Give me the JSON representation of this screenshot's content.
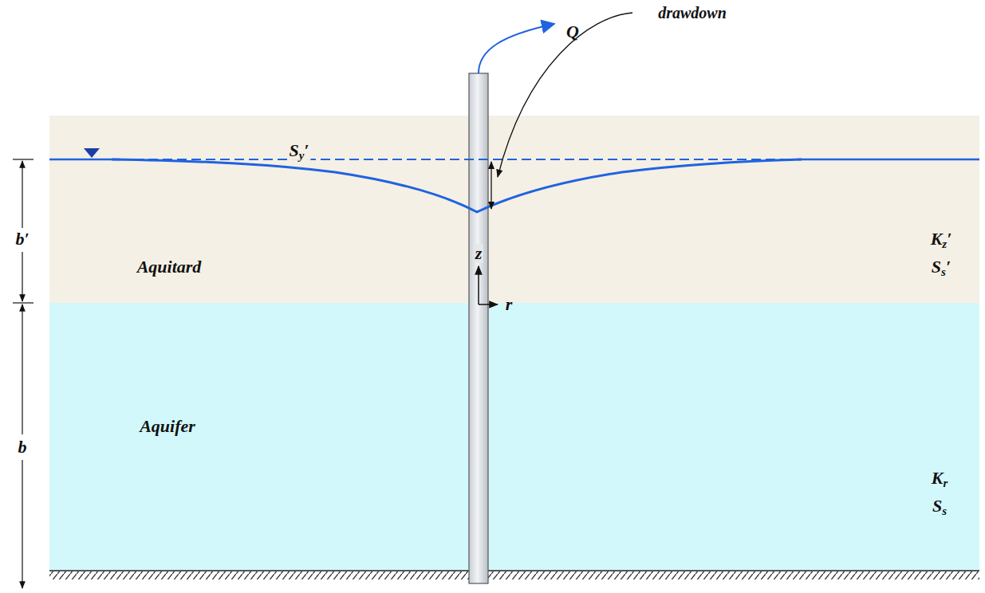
{
  "diagram": {
    "nodes": [
      {
        "text": [
          "Sy′",
          "Aquitard",
          "Kz′",
          "Ss′"
        ]
      },
      {
        "text": [
          "Aquifer",
          "Kr",
          "Ss"
        ]
      }
    ],
    "labels": [
      "Q",
      "drawdown",
      "b′",
      "z",
      "r",
      "b"
    ]
  }
}
